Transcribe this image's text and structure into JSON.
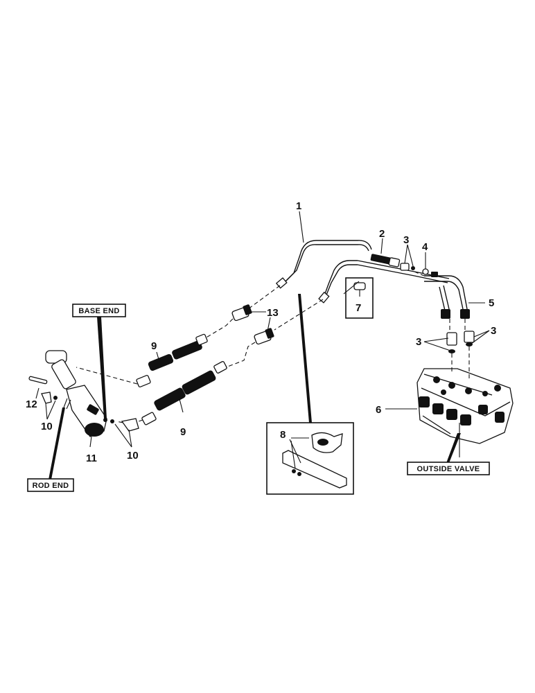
{
  "labels": {
    "base_end": "BASE END",
    "rod_end": "ROD END",
    "outside_valve": "OUTSIDE VALVE"
  },
  "callouts": {
    "p1": "1",
    "p2": "2",
    "p3a": "3",
    "p3b": "3",
    "p3c": "3",
    "p4": "4",
    "p5": "5",
    "p6": "6",
    "p7": "7",
    "p8": "8",
    "p9a": "9",
    "p9b": "9",
    "p10a": "10",
    "p10b": "10",
    "p11": "11",
    "p12": "12",
    "p13": "13"
  }
}
